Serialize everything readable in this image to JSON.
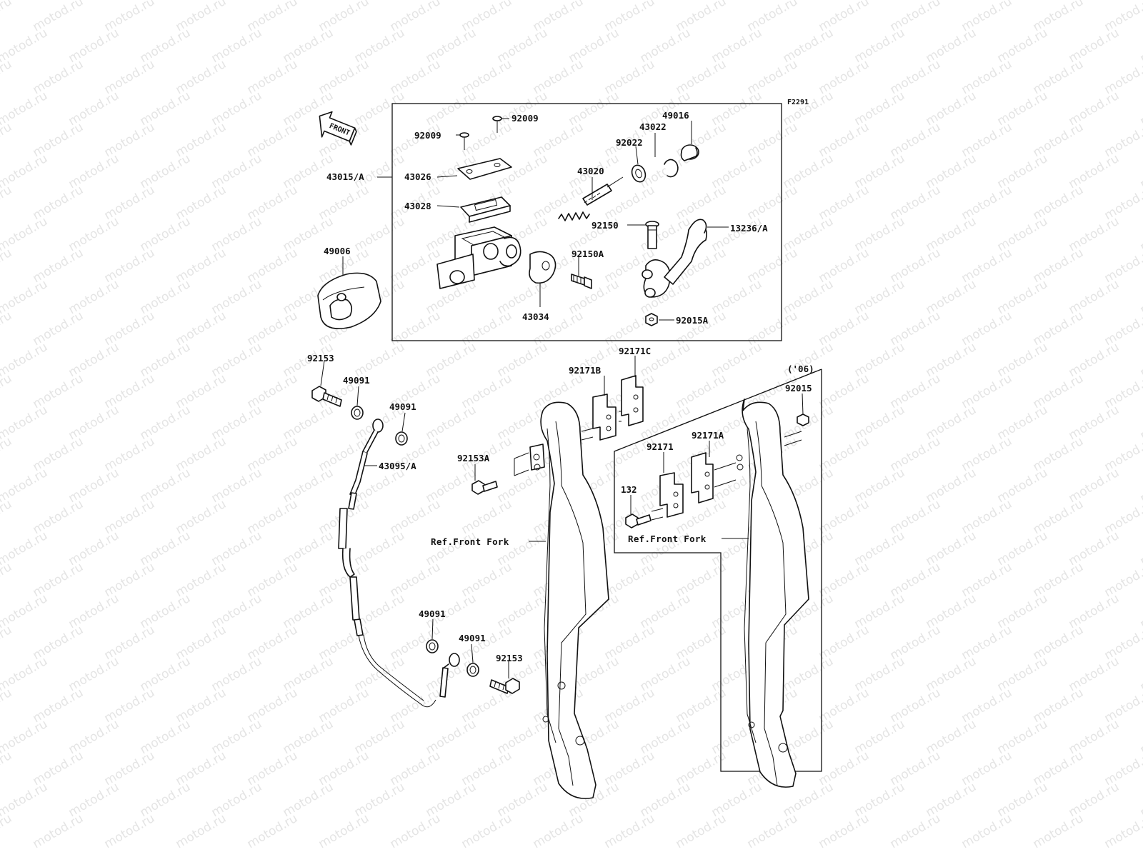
{
  "diagram_code": "F2291",
  "front_arrow_label": "FRONT",
  "variant_note": "('06)",
  "watermark_text": "motod.ru",
  "reference_labels": {
    "front_fork_left": "Ref.Front Fork",
    "front_fork_right": "Ref.Front Fork"
  },
  "part_labels": {
    "p92009_a": "92009",
    "p92009_b": "92009",
    "p43026": "43026",
    "p43028": "43028",
    "p43015": "43015/A",
    "p43020": "43020",
    "p92022": "92022",
    "p43022": "43022",
    "p49016": "49016",
    "p92150": "92150",
    "p13236": "13236/A",
    "p92150A": "92150A",
    "p43034": "43034",
    "p92015A": "92015A",
    "p49006": "49006",
    "p92153_top": "92153",
    "p49091_a": "49091",
    "p49091_b": "49091",
    "p43095": "43095/A",
    "p49091_c": "49091",
    "p49091_d": "49091",
    "p92153_bottom": "92153",
    "p92153A": "92153A",
    "p92171C": "92171C",
    "p92171B": "92171B",
    "p92171": "92171",
    "p92171A": "92171A",
    "p132": "132",
    "p92015": "92015"
  }
}
